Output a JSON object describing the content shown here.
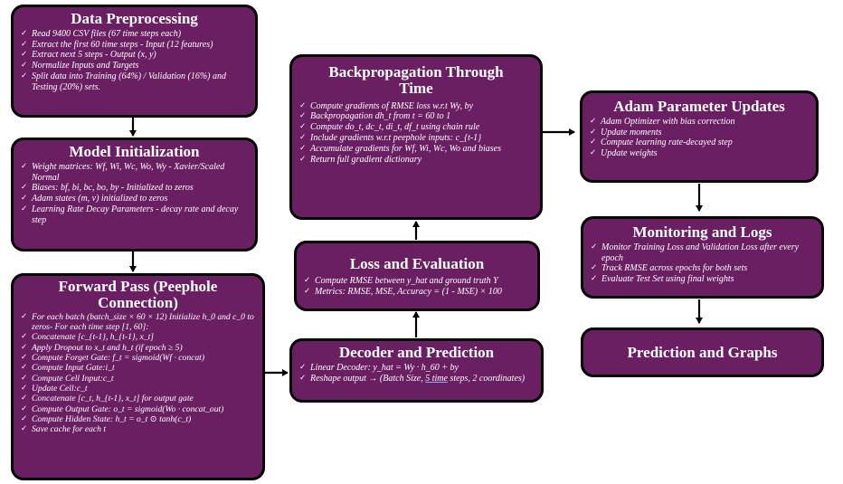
{
  "boxes": {
    "data_preprocessing": {
      "title": "Data Preprocessing",
      "items": [
        "Read 9400 CSV files (67 time steps each)",
        "Extract the first 60 time steps - Input (12 features)",
        "Extract next 5 steps - Output (x, y)",
        "Normalize Inputs and Targets",
        "Split data into Training (64%) / Validation (16%) and Testing (20%) sets."
      ]
    },
    "model_initialization": {
      "title": "Model Initialization",
      "items": [
        "Weight matrices: Wf, Wi, Wc, Wo, Wy - Xavier/Scaled Normal",
        "Biases: bf, bi, bc, bo, by - Initialized to zeros",
        "Adam states (m, v) initialized to zeros",
        "Learning Rate Decay Parameters - decay rate and decay step"
      ]
    },
    "forward_pass": {
      "title": "Forward Pass (Peephole Connection)",
      "items": [
        "For each batch (batch_size × 60 × 12) Initialize h_0 and c_0 to zeros- For each time  step [1, 60]:",
        "Concatenate [c_{t-1}, h_{t-1}, x_t]",
        "Apply Dropout to x_t and h_t (if epoch ≥ 5)",
        "Compute Forget Gate: f_t = sigmoid(Wf · concat)",
        "Compute Input Gate:i_t",
        "Compute Cell Input:c_t",
        "Update Cell:c_t",
        "Concatenate [c_t, h_{t-1}, x_t] for output gate",
        "Compute Output Gate: o_t = sigmoid(Wo · concat_out)",
        "Compute Hidden State: h_t = o_t ⊙ tanh(c_t)",
        "Save cache for each t"
      ]
    },
    "decoder_prediction": {
      "title": "Decoder and Prediction",
      "item1": "Linear Decoder: y_hat = Wy · h_60 + by",
      "item2_pre": "Reshape output → (Batch Size, ",
      "item2_link": "5 time",
      "item2_post": " steps, 2 coordinates)"
    },
    "loss_evaluation": {
      "title": "Loss and Evaluation",
      "items": [
        "Compute RMSE between y_hat and ground truth Y",
        "Metrics: RMSE, MSE, Accuracy = (1 - MSE) × 100"
      ]
    },
    "backpropagation": {
      "title": "Backpropagation Through Time",
      "items": [
        "Compute gradients of RMSE loss w.r.t Wy, by",
        "Backpropagation dh_t from t = 60 to 1",
        "Compute do_t, dc_t, di_t, df_t using chain rule",
        "Include gradients w.r.t peephole inputs: c_{t-1}",
        "Accumulate gradients for Wf, Wi, Wc, Wo and biases",
        "Return full gradient dictionary"
      ]
    },
    "adam_updates": {
      "title": "Adam Parameter Updates",
      "items": [
        "Adam Optimizer with bias correction",
        "Update moments",
        "Compute learning rate-decayed step",
        "Update weights"
      ]
    },
    "monitoring_logs": {
      "title": "Monitoring and Logs",
      "items": [
        "Monitor Training Loss and Validation Loss after every epoch",
        "Track RMSE across epochs for both sets",
        "Evaluate Test Set using final weights"
      ]
    },
    "prediction_graphs": {
      "title": "Prediction and Graphs"
    }
  },
  "colors": {
    "box_fill": "#6b1f63",
    "border": "#000000",
    "text": "#ffffff"
  }
}
